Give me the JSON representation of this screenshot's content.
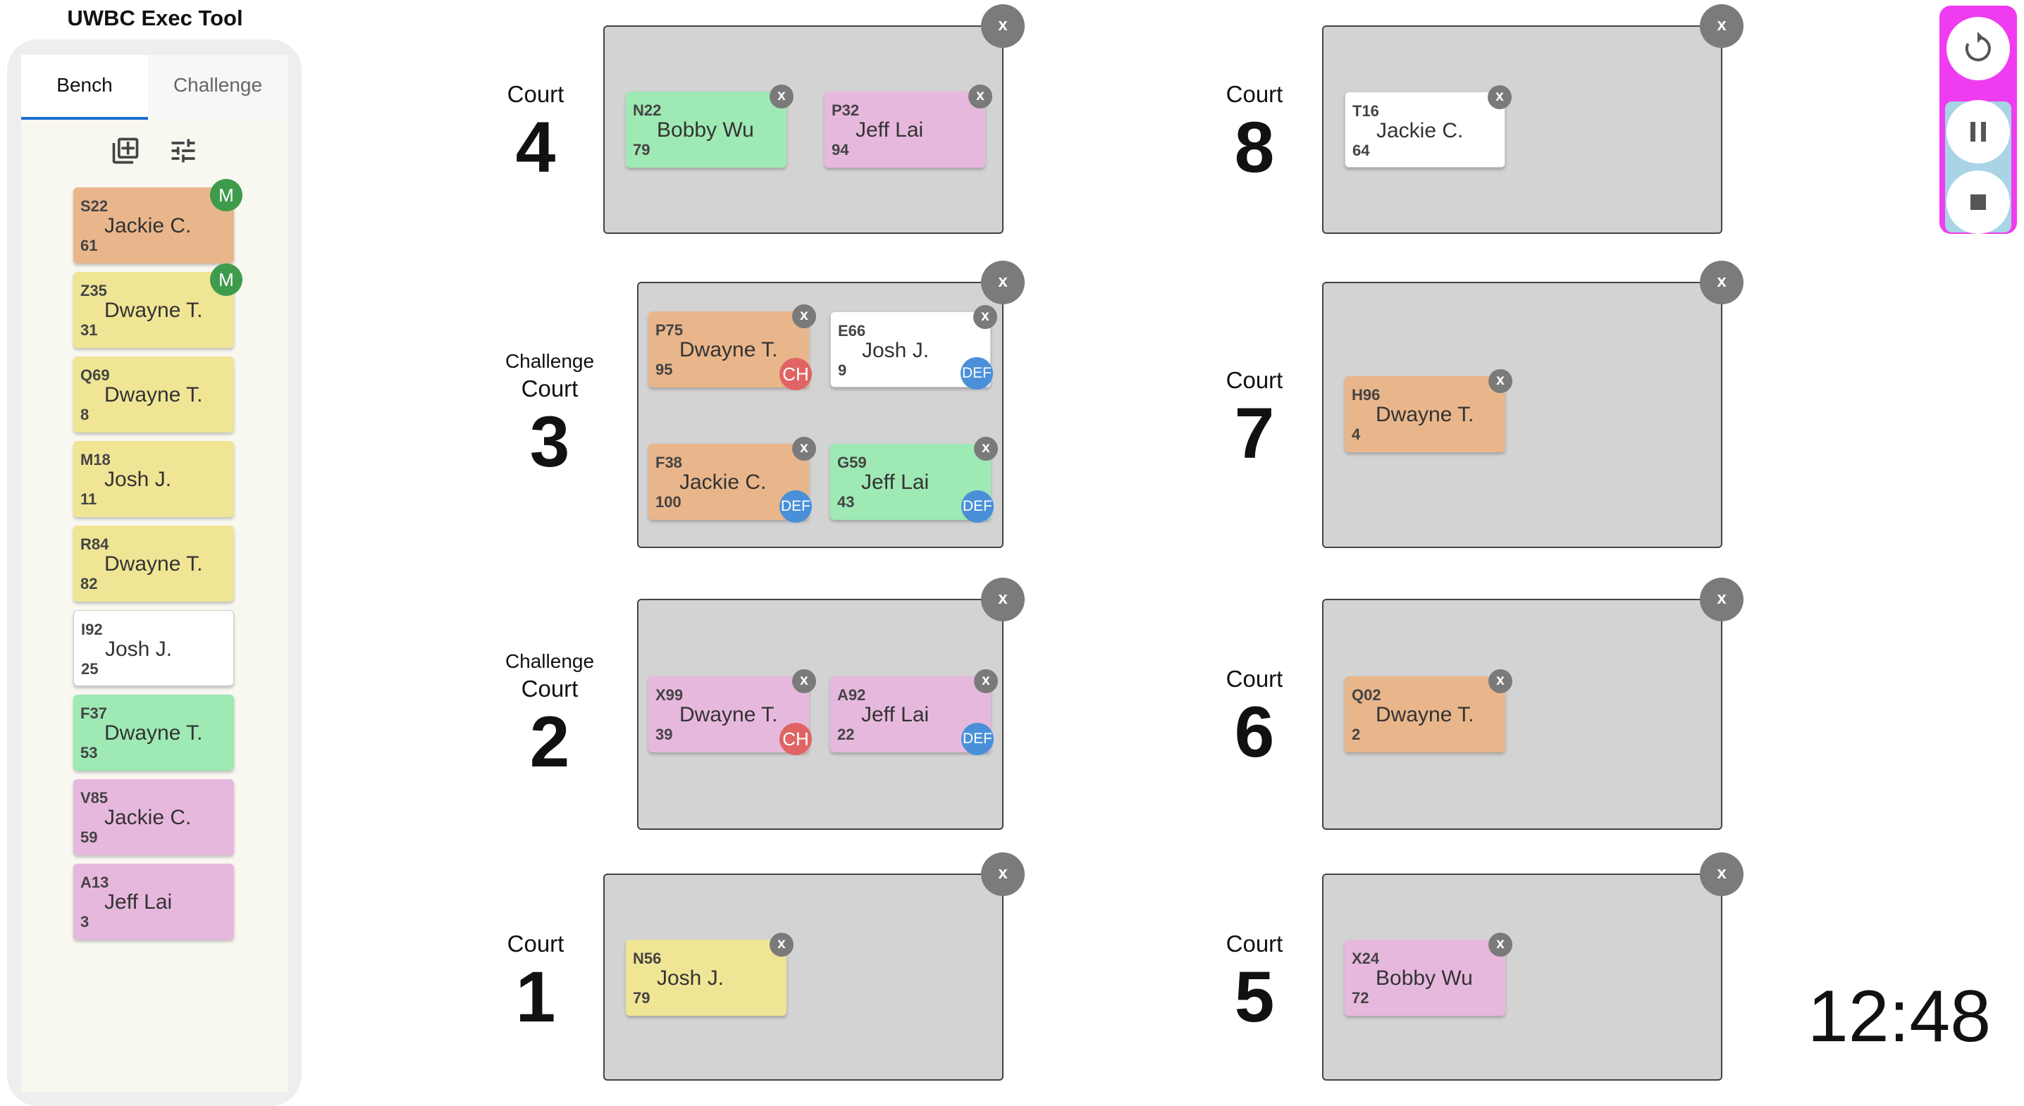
{
  "app": {
    "title": "UWBC Exec Tool"
  },
  "tabs": [
    {
      "label": "Bench",
      "active": true
    },
    {
      "label": "Challenge",
      "active": false
    }
  ],
  "bench_tools": {
    "add_icon": "add-box-icon",
    "settings_icon": "sliders-icon"
  },
  "colors": {
    "orange": "#e9b68b",
    "yellow": "#efe595",
    "green": "#9ee9b4",
    "pink": "#e7b8de",
    "white": "#ffffff",
    "court_bg": "#d3d3d3",
    "controls_bg": "#ef3cf0",
    "tab_accent": "#1e6fd0"
  },
  "bench": [
    {
      "code": "S22",
      "name": "Jackie C.",
      "num": "61",
      "color": "orange",
      "badge": "M"
    },
    {
      "code": "Z35",
      "name": "Dwayne T.",
      "num": "31",
      "color": "yellow",
      "badge": "M"
    },
    {
      "code": "Q69",
      "name": "Dwayne T.",
      "num": "8",
      "color": "yellow",
      "badge": ""
    },
    {
      "code": "M18",
      "name": "Josh J.",
      "num": "11",
      "color": "yellow",
      "badge": ""
    },
    {
      "code": "R84",
      "name": "Dwayne T.",
      "num": "82",
      "color": "yellow",
      "badge": ""
    },
    {
      "code": "I92",
      "name": "Josh J.",
      "num": "25",
      "color": "white",
      "badge": ""
    },
    {
      "code": "F37",
      "name": "Dwayne T.",
      "num": "53",
      "color": "green",
      "badge": ""
    },
    {
      "code": "V85",
      "name": "Jackie C.",
      "num": "59",
      "color": "pink",
      "badge": ""
    },
    {
      "code": "A13",
      "name": "Jeff Lai",
      "num": "3",
      "color": "pink",
      "badge": ""
    }
  ],
  "courts": [
    {
      "id": "4",
      "kind": "",
      "word": "Court",
      "number": "4",
      "close": "x",
      "players": [
        {
          "code": "N22",
          "name": "Bobby Wu",
          "num": "79",
          "color": "green",
          "badge": "",
          "close": "x"
        },
        {
          "code": "P32",
          "name": "Jeff Lai",
          "num": "94",
          "color": "pink",
          "badge": "",
          "close": "x"
        }
      ]
    },
    {
      "id": "3",
      "kind": "Challenge",
      "word": "Court",
      "number": "3",
      "close": "x",
      "players": [
        {
          "code": "P75",
          "name": "Dwayne T.",
          "num": "95",
          "color": "orange",
          "badge": "CH",
          "close": "x"
        },
        {
          "code": "E66",
          "name": "Josh J.",
          "num": "9",
          "color": "white",
          "badge": "DEF",
          "close": "x"
        },
        {
          "code": "F38",
          "name": "Jackie C.",
          "num": "100",
          "color": "orange",
          "badge": "DEF",
          "close": "x"
        },
        {
          "code": "G59",
          "name": "Jeff Lai",
          "num": "43",
          "color": "green",
          "badge": "DEF",
          "close": "x"
        }
      ]
    },
    {
      "id": "2",
      "kind": "Challenge",
      "word": "Court",
      "number": "2",
      "close": "x",
      "players": [
        {
          "code": "X99",
          "name": "Dwayne T.",
          "num": "39",
          "color": "pink",
          "badge": "CH",
          "close": "x"
        },
        {
          "code": "A92",
          "name": "Jeff Lai",
          "num": "22",
          "color": "pink",
          "badge": "DEF",
          "close": "x"
        }
      ]
    },
    {
      "id": "1",
      "kind": "",
      "word": "Court",
      "number": "1",
      "close": "x",
      "players": [
        {
          "code": "N56",
          "name": "Josh J.",
          "num": "79",
          "color": "yellow",
          "badge": "",
          "close": "x"
        }
      ]
    },
    {
      "id": "8",
      "kind": "",
      "word": "Court",
      "number": "8",
      "close": "x",
      "players": [
        {
          "code": "T16",
          "name": "Jackie C.",
          "num": "64",
          "color": "white",
          "badge": "",
          "close": "x"
        }
      ]
    },
    {
      "id": "7",
      "kind": "",
      "word": "Court",
      "number": "7",
      "close": "x",
      "players": [
        {
          "code": "H96",
          "name": "Dwayne T.",
          "num": "4",
          "color": "orange",
          "badge": "",
          "close": "x"
        }
      ]
    },
    {
      "id": "6",
      "kind": "",
      "word": "Court",
      "number": "6",
      "close": "x",
      "players": [
        {
          "code": "Q02",
          "name": "Dwayne T.",
          "num": "2",
          "color": "orange",
          "badge": "",
          "close": "x"
        }
      ]
    },
    {
      "id": "5",
      "kind": "",
      "word": "Court",
      "number": "5",
      "close": "x",
      "players": [
        {
          "code": "X24",
          "name": "Bobby Wu",
          "num": "72",
          "color": "pink",
          "badge": "",
          "close": "x"
        }
      ]
    }
  ],
  "controls": [
    {
      "name": "reset-button",
      "icon": "refresh-icon"
    },
    {
      "name": "pause-button",
      "icon": "pause-icon"
    },
    {
      "name": "stop-button",
      "icon": "stop-icon"
    }
  ],
  "clock": {
    "time": "12:48"
  }
}
